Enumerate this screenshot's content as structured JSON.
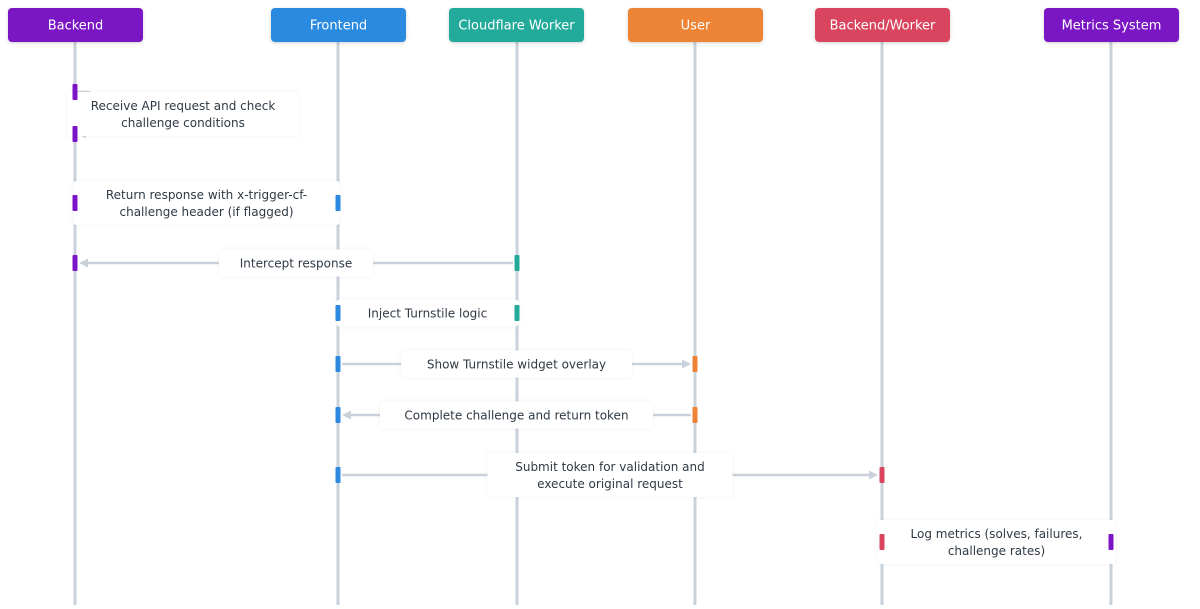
{
  "actors": [
    {
      "id": "backend",
      "label": "Backend",
      "color": "#7a14c4"
    },
    {
      "id": "frontend",
      "label": "Frontend",
      "color": "#2b8ae0"
    },
    {
      "id": "cloudflare-worker",
      "label": "Cloudflare Worker",
      "color": "#21aa9a"
    },
    {
      "id": "user",
      "label": "User",
      "color": "#ec8335"
    },
    {
      "id": "backend-worker",
      "label": "Backend/Worker",
      "color": "#d9455e"
    },
    {
      "id": "metrics-system",
      "label": "Metrics System",
      "color": "#7a14c4"
    }
  ],
  "messages": [
    {
      "from": 0,
      "to": 0,
      "lines": [
        "Receive API request and check",
        "challenge conditions"
      ]
    },
    {
      "from": 0,
      "to": 1,
      "lines": [
        "Return response with x-trigger-cf-",
        "challenge header (if flagged)"
      ]
    },
    {
      "from": 2,
      "to": 0,
      "lines": [
        "Intercept response"
      ]
    },
    {
      "from": 2,
      "to": 1,
      "lines": [
        "Inject Turnstile logic"
      ]
    },
    {
      "from": 1,
      "to": 3,
      "lines": [
        "Show Turnstile widget overlay"
      ]
    },
    {
      "from": 3,
      "to": 1,
      "lines": [
        "Complete challenge and return token"
      ]
    },
    {
      "from": 1,
      "to": 4,
      "lines": [
        "Submit token for validation and",
        "execute original request"
      ]
    },
    {
      "from": 4,
      "to": 5,
      "lines": [
        "Log metrics (solves, failures,",
        "challenge rates)"
      ]
    }
  ]
}
